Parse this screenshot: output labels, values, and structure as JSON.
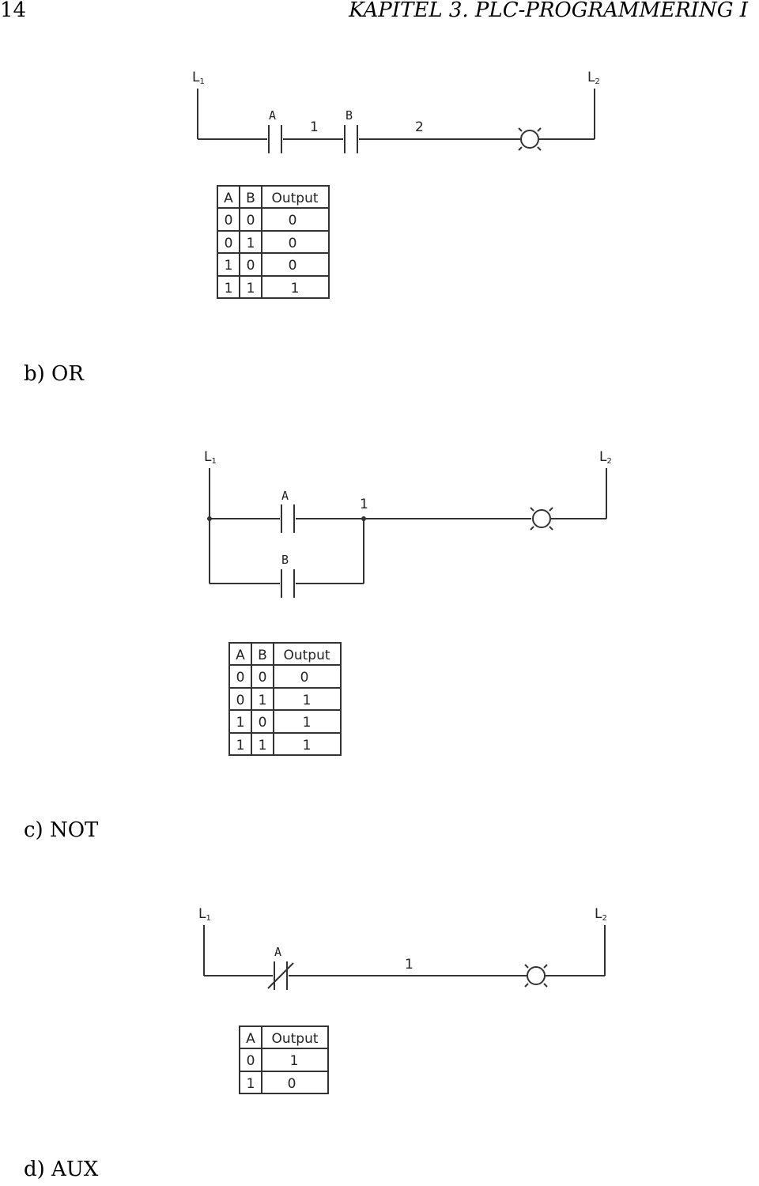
{
  "header": {
    "page_number": "14",
    "chapter_title": "KAPITEL 3.  PLC-PROGRAMMERING I"
  },
  "sections": {
    "or": "b)  OR",
    "not": "c)  NOT",
    "aux": "d)  AUX"
  },
  "and_diagram": {
    "rail_left": "L",
    "rail_left_sub": "1",
    "rail_right": "L",
    "rail_right_sub": "2",
    "contact_a": "A",
    "contact_b": "B",
    "node_1": "1",
    "node_2": "2"
  },
  "and_table": {
    "headers": [
      "A",
      "B",
      "Output"
    ],
    "rows": [
      [
        "0",
        "0",
        "0"
      ],
      [
        "0",
        "1",
        "0"
      ],
      [
        "1",
        "0",
        "0"
      ],
      [
        "1",
        "1",
        "1"
      ]
    ]
  },
  "or_diagram": {
    "rail_left": "L",
    "rail_left_sub": "1",
    "rail_right": "L",
    "rail_right_sub": "2",
    "contact_a": "A",
    "contact_b": "B",
    "node_1": "1"
  },
  "or_table": {
    "headers": [
      "A",
      "B",
      "Output"
    ],
    "rows": [
      [
        "0",
        "0",
        "0"
      ],
      [
        "0",
        "1",
        "1"
      ],
      [
        "1",
        "0",
        "1"
      ],
      [
        "1",
        "1",
        "1"
      ]
    ]
  },
  "not_diagram": {
    "rail_left": "L",
    "rail_left_sub": "1",
    "rail_right": "L",
    "rail_right_sub": "2",
    "contact_a": "A",
    "node_1": "1"
  },
  "not_table": {
    "headers": [
      "A",
      "Output"
    ],
    "rows": [
      [
        "0",
        "1"
      ],
      [
        "1",
        "0"
      ]
    ]
  }
}
